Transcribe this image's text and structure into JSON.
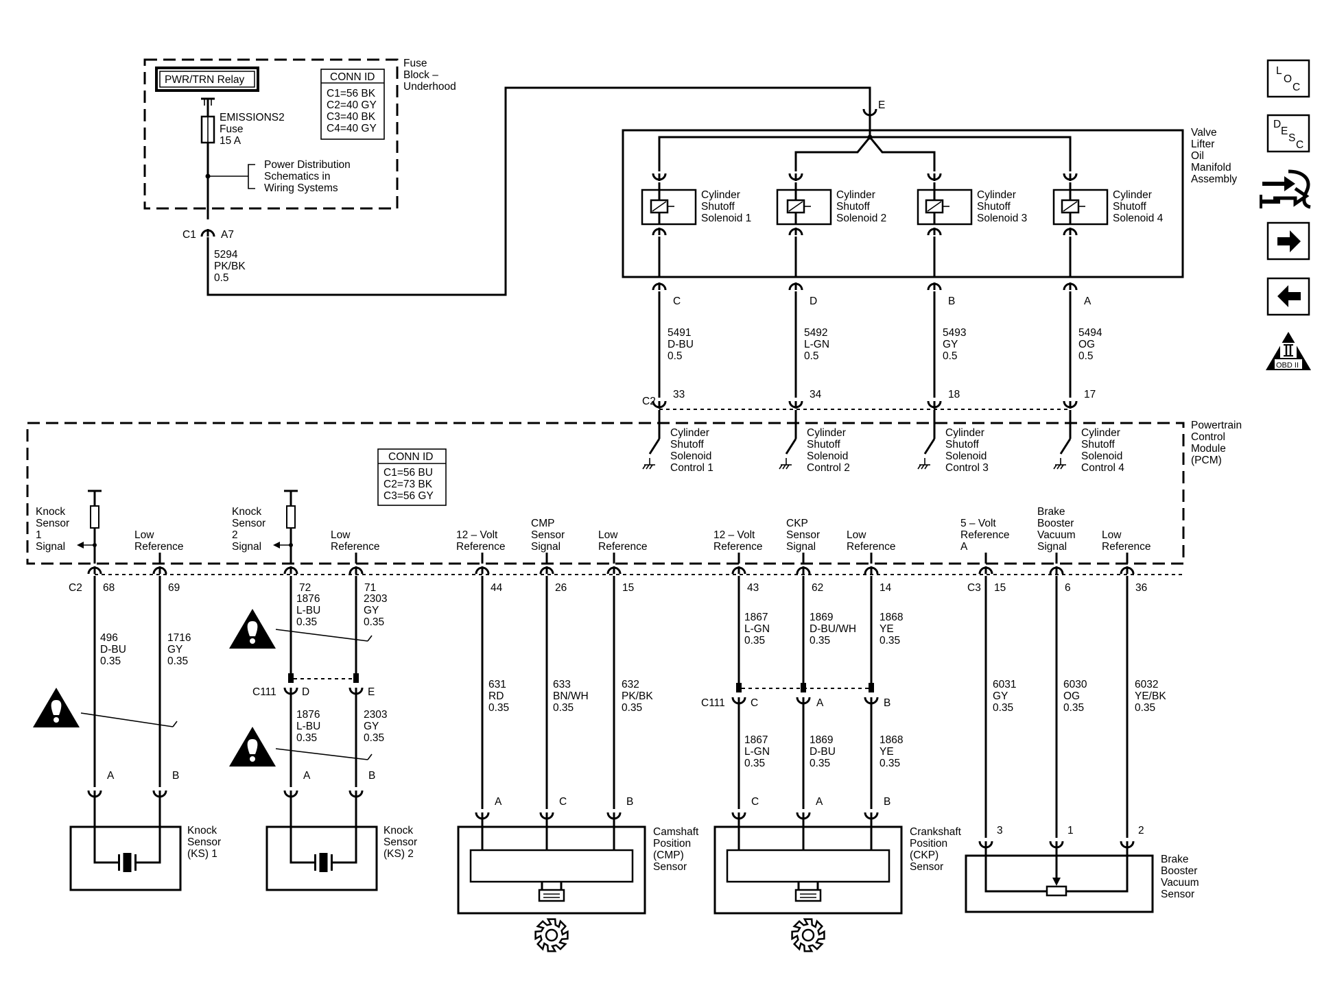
{
  "fuse_block": {
    "relay_label": "PWR/TRN Relay",
    "title": [
      "Fuse",
      "Block –",
      "Underhood"
    ],
    "fuse": [
      "EMISSIONS2",
      "Fuse",
      "15 A"
    ],
    "pds_ref": [
      "Power Distribution",
      "Schematics in",
      "Wiring Systems"
    ],
    "conn_id": {
      "title": "CONN ID",
      "rows": [
        "C1=56 BK",
        "C2=40 GY",
        "C3=40 BK",
        "C4=40 GY"
      ]
    },
    "connector": "C1",
    "pin": "A7",
    "wire": [
      "5294",
      "PK/BK",
      "0.5"
    ]
  },
  "valve_assembly": {
    "title": [
      "Valve",
      "Lifter",
      "Oil",
      "Manifold",
      "Assembly"
    ],
    "feed_pin": "E",
    "solenoids": [
      {
        "label": [
          "Cylinder",
          "Shutoff",
          "Solenoid 1"
        ],
        "pin": "C",
        "wire": [
          "5491",
          "D-BU",
          "0.5"
        ],
        "pcm_pin": "33",
        "control": [
          "Cylinder",
          "Shutoff",
          "Solenoid",
          "Control 1"
        ]
      },
      {
        "label": [
          "Cylinder",
          "Shutoff",
          "Solenoid 2"
        ],
        "pin": "D",
        "wire": [
          "5492",
          "L-GN",
          "0.5"
        ],
        "pcm_pin": "34",
        "control": [
          "Cylinder",
          "Shutoff",
          "Solenoid",
          "Control 2"
        ]
      },
      {
        "label": [
          "Cylinder",
          "Shutoff",
          "Solenoid 3"
        ],
        "pin": "B",
        "wire": [
          "5493",
          "GY",
          "0.5"
        ],
        "pcm_pin": "18",
        "control": [
          "Cylinder",
          "Shutoff",
          "Solenoid",
          "Control 3"
        ]
      },
      {
        "label": [
          "Cylinder",
          "Shutoff",
          "Solenoid 4"
        ],
        "pin": "A",
        "wire": [
          "5494",
          "OG",
          "0.5"
        ],
        "pcm_pin": "17",
        "control": [
          "Cylinder",
          "Shutoff",
          "Solenoid",
          "Control 4"
        ]
      }
    ],
    "pcm_connector": "C2"
  },
  "pcm": {
    "title": [
      "Powertrain",
      "Control",
      "Module",
      "(PCM)"
    ],
    "conn_id": {
      "title": "CONN ID",
      "rows": [
        "C1=56 BU",
        "C2=73 BK",
        "C3=56 GY"
      ]
    },
    "c2": "C2",
    "c3": "C3",
    "signals": {
      "ks1": [
        "Knock",
        "Sensor",
        "1",
        "Signal"
      ],
      "ks1_low": [
        "Low",
        "Reference"
      ],
      "ks2": [
        "Knock",
        "Sensor",
        "2",
        "Signal"
      ],
      "ks2_low": [
        "Low",
        "Reference"
      ],
      "cmp_12v": [
        "12 – Volt",
        "Reference"
      ],
      "cmp_sig": [
        "CMP",
        "Sensor",
        "Signal"
      ],
      "cmp_low": [
        "Low",
        "Reference"
      ],
      "ckp_12v": [
        "12 – Volt",
        "Reference"
      ],
      "ckp_sig": [
        "CKP",
        "Sensor",
        "Signal"
      ],
      "ckp_low": [
        "Low",
        "Reference"
      ],
      "bbv_5v": [
        "5 – Volt",
        "Reference",
        "A"
      ],
      "bbv_sig": [
        "Brake",
        "Booster",
        "Vacuum",
        "Signal"
      ],
      "bbv_low": [
        "Low",
        "Reference"
      ]
    },
    "pins": {
      "ks1": "68",
      "ks1_low": "69",
      "ks2": "72",
      "ks2_low": "71",
      "cmp_12v": "44",
      "cmp_sig": "26",
      "cmp_low": "15",
      "ckp_12v": "43",
      "ckp_sig": "62",
      "ckp_low": "14",
      "bbv_5v": "15",
      "bbv_sig": "6",
      "bbv_low": "36"
    }
  },
  "wires": {
    "ks1": [
      "496",
      "D-BU",
      "0.35"
    ],
    "ks1_low": [
      "1716",
      "GY",
      "0.35"
    ],
    "ks2_up": [
      "1876",
      "L-BU",
      "0.35"
    ],
    "ks2_low_up": [
      "2303",
      "GY",
      "0.35"
    ],
    "ks2_dn": [
      "1876",
      "L-BU",
      "0.35"
    ],
    "ks2_low_dn": [
      "2303",
      "GY",
      "0.35"
    ],
    "cmp_12v": [
      "631",
      "RD",
      "0.35"
    ],
    "cmp_sig": [
      "633",
      "BN/WH",
      "0.35"
    ],
    "cmp_low": [
      "632",
      "PK/BK",
      "0.35"
    ],
    "ckp_12v_up": [
      "1867",
      "L-GN",
      "0.35"
    ],
    "ckp_sig_up": [
      "1869",
      "D-BU/WH",
      "0.35"
    ],
    "ckp_low_up": [
      "1868",
      "YE",
      "0.35"
    ],
    "ckp_12v_dn": [
      "1867",
      "L-GN",
      "0.35"
    ],
    "ckp_sig_dn": [
      "1869",
      "D-BU",
      "0.35"
    ],
    "ckp_low_dn": [
      "1868",
      "YE",
      "0.35"
    ],
    "bbv_5v": [
      "6031",
      "GY",
      "0.35"
    ],
    "bbv_sig": [
      "6030",
      "OG",
      "0.35"
    ],
    "bbv_low": [
      "6032",
      "YE/BK",
      "0.35"
    ]
  },
  "inline": {
    "ks2": {
      "connector": "C111",
      "pin_a": "D",
      "pin_b": "E"
    },
    "ckp": {
      "connector": "C111",
      "pin_a": "C",
      "pin_b": "A",
      "pin_c": "B"
    }
  },
  "sensors": {
    "ks1": {
      "label": [
        "Knock",
        "Sensor",
        "(KS) 1"
      ],
      "pin_a": "A",
      "pin_b": "B"
    },
    "ks2": {
      "label": [
        "Knock",
        "Sensor",
        "(KS) 2"
      ],
      "pin_a": "A",
      "pin_b": "B"
    },
    "cmp": {
      "label": [
        "Camshaft",
        "Position",
        "(CMP)",
        "Sensor"
      ],
      "pins": [
        "A",
        "C",
        "B"
      ]
    },
    "ckp": {
      "label": [
        "Crankshaft",
        "Position",
        "(CKP)",
        "Sensor"
      ],
      "pins": [
        "C",
        "A",
        "B"
      ]
    },
    "bbv": {
      "label": [
        "Brake",
        "Booster",
        "Vacuum",
        "Sensor"
      ],
      "pins": [
        "3",
        "1",
        "2"
      ]
    }
  },
  "nav": {
    "loc": [
      "L",
      "O",
      "C"
    ],
    "desc": [
      "D",
      "E",
      "S",
      "C"
    ],
    "obd_label": "OBD II",
    "icons": [
      "loc-icon",
      "desc-icon",
      "connector-icon",
      "forward-arrow-icon",
      "back-arrow-icon",
      "obd-ii-icon"
    ]
  }
}
